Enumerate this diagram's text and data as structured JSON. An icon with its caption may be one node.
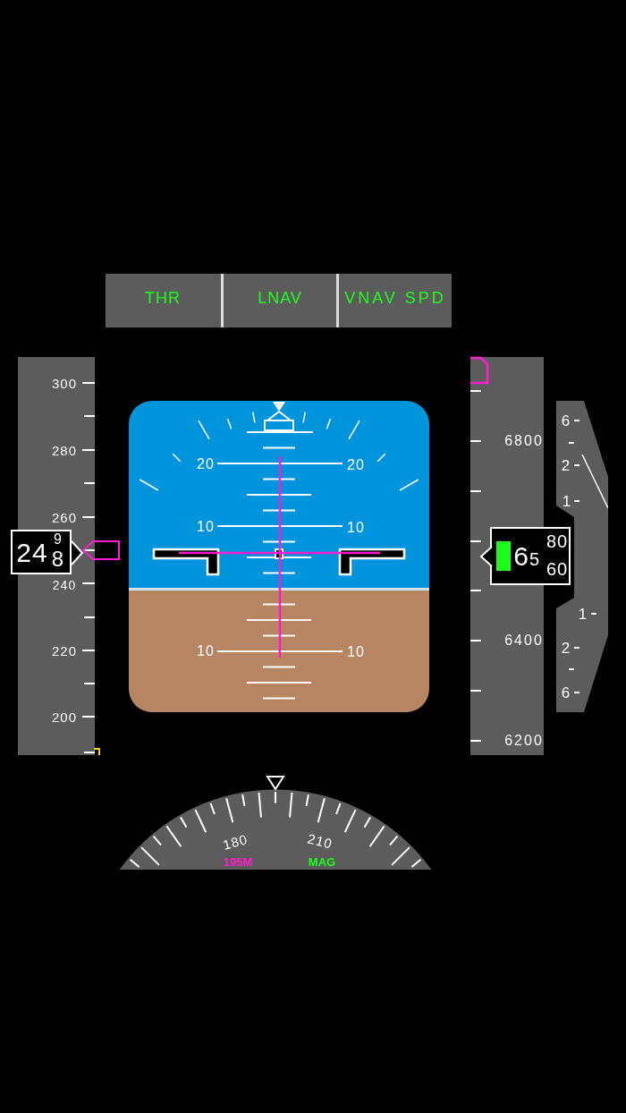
{
  "diagram": {
    "nodes": [
      {
        "text": [
          "THR"
        ]
      },
      {
        "text": [
          "LNAV"
        ]
      },
      {
        "text": [
          "VNAV SPD"
        ]
      },
      {
        "text": [
          "300",
          "280",
          "260",
          "240",
          "220",
          "200"
        ]
      },
      {
        "text": [
          "24",
          "9",
          "8"
        ]
      },
      {
        "text": [
          "6800",
          "6400",
          "6200"
        ]
      },
      {
        "text": [
          "6",
          "5",
          "80",
          "60"
        ]
      },
      {
        "text": [
          "6",
          "2",
          "1",
          "1",
          "2",
          "6"
        ]
      },
      {
        "text": [
          "20",
          "20",
          "10",
          "10",
          "10",
          "10"
        ]
      },
      {
        "text": [
          "180",
          "210",
          "195M",
          "MAG"
        ]
      }
    ]
  }
}
